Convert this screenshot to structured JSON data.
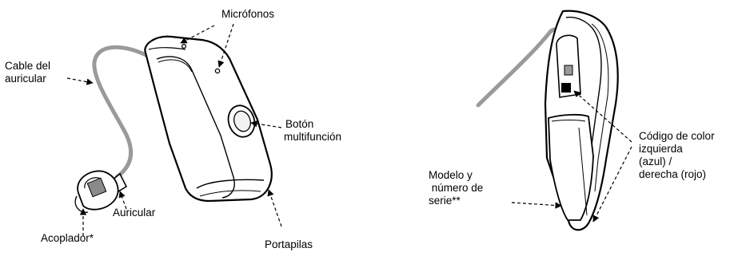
{
  "colors": {
    "ink": "#000000",
    "cable": "#9a9a9a",
    "body": "#ffffff",
    "shade": "#e9e9e9"
  },
  "labels": {
    "microphones": "Micrófonos",
    "receiver_cable": [
      "Cable del",
      "auricular"
    ],
    "multifunction_button": [
      "Botón",
      "multifunción"
    ],
    "receiver": "Auricular",
    "dome": "Acoplador*",
    "battery_door": "Portapilas",
    "color_code": [
      "Código de color",
      "izquierda",
      "(azul) /",
      "derecha (rojo)"
    ],
    "model_serial": [
      "Modelo y",
      " número de",
      "serie**"
    ]
  }
}
